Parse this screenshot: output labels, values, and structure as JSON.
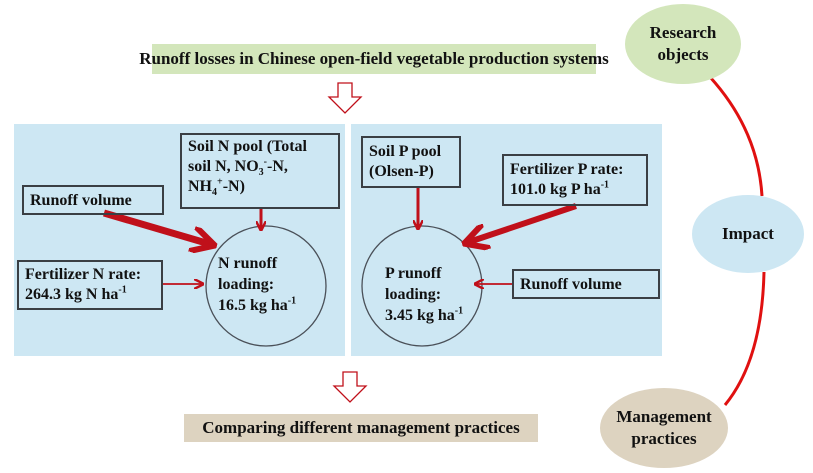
{
  "top_banner": "Runoff losses in Chinese open-field vegetable production systems",
  "bottom_banner": "Comparing different management practices",
  "n_panel": {
    "soil_pool": {
      "line1": "Soil N pool (Total",
      "line2a": "soil N, NO",
      "line2_sub": "3",
      "line2_sup": "-",
      "line2b": "-N,",
      "line3a": "NH",
      "line3_sub": "4",
      "line3_sup": "+",
      "line3b": "-N)"
    },
    "runoff_volume": "Runoff volume",
    "fertilizer": {
      "line1": "Fertilizer N rate:",
      "line2": "264.3 kg N ha",
      "line2_sup": "-1"
    },
    "result": {
      "line1": "N runoff",
      "line2": "loading:",
      "line3": "16.5 kg ha",
      "line3_sup": "-1"
    }
  },
  "p_panel": {
    "soil_pool": {
      "line1": "Soil P pool",
      "line2": "(Olsen-P)"
    },
    "fertilizer": {
      "line1": "Fertilizer P rate:",
      "line2": "101.0 kg P ha",
      "line2_sup": "-1"
    },
    "runoff_volume": "Runoff volume",
    "result": {
      "line1": "P runoff",
      "line2": "loading:",
      "line3": "3.45 kg ha",
      "line3_sup": "-1"
    }
  },
  "framework": {
    "research_objects": {
      "line1": "Research",
      "line2": "objects"
    },
    "impact": "Impact",
    "management_practices": {
      "line1": "Management",
      "line2": "practices"
    }
  },
  "colors": {
    "arrow_red": "#c0101a",
    "connector_red": "#e01010",
    "panel_blue": "#cde7f3",
    "green": "#d3e6bb",
    "tan": "#ddd3c0"
  }
}
